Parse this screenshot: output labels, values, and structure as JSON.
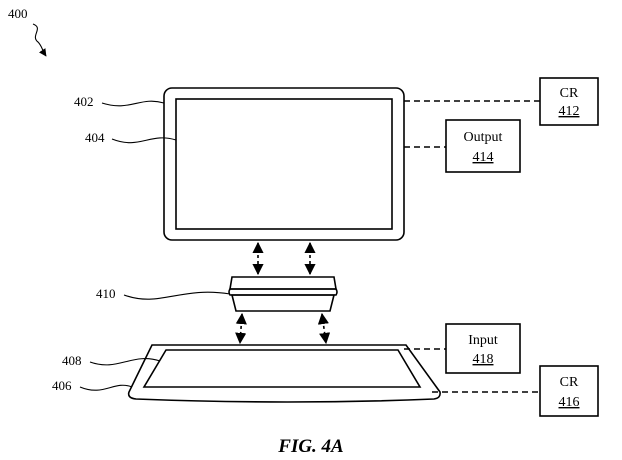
{
  "labels": {
    "ref_400": "400",
    "ref_402": "402",
    "ref_404": "404",
    "ref_410": "410",
    "ref_408": "408",
    "ref_406": "406"
  },
  "boxes": {
    "cr_top": {
      "title": "CR",
      "number": "412"
    },
    "output": {
      "title": "Output",
      "number": "414"
    },
    "input": {
      "title": "Input",
      "number": "418"
    },
    "cr_bottom": {
      "title": "CR",
      "number": "416"
    }
  },
  "caption": "FIG. 4A"
}
